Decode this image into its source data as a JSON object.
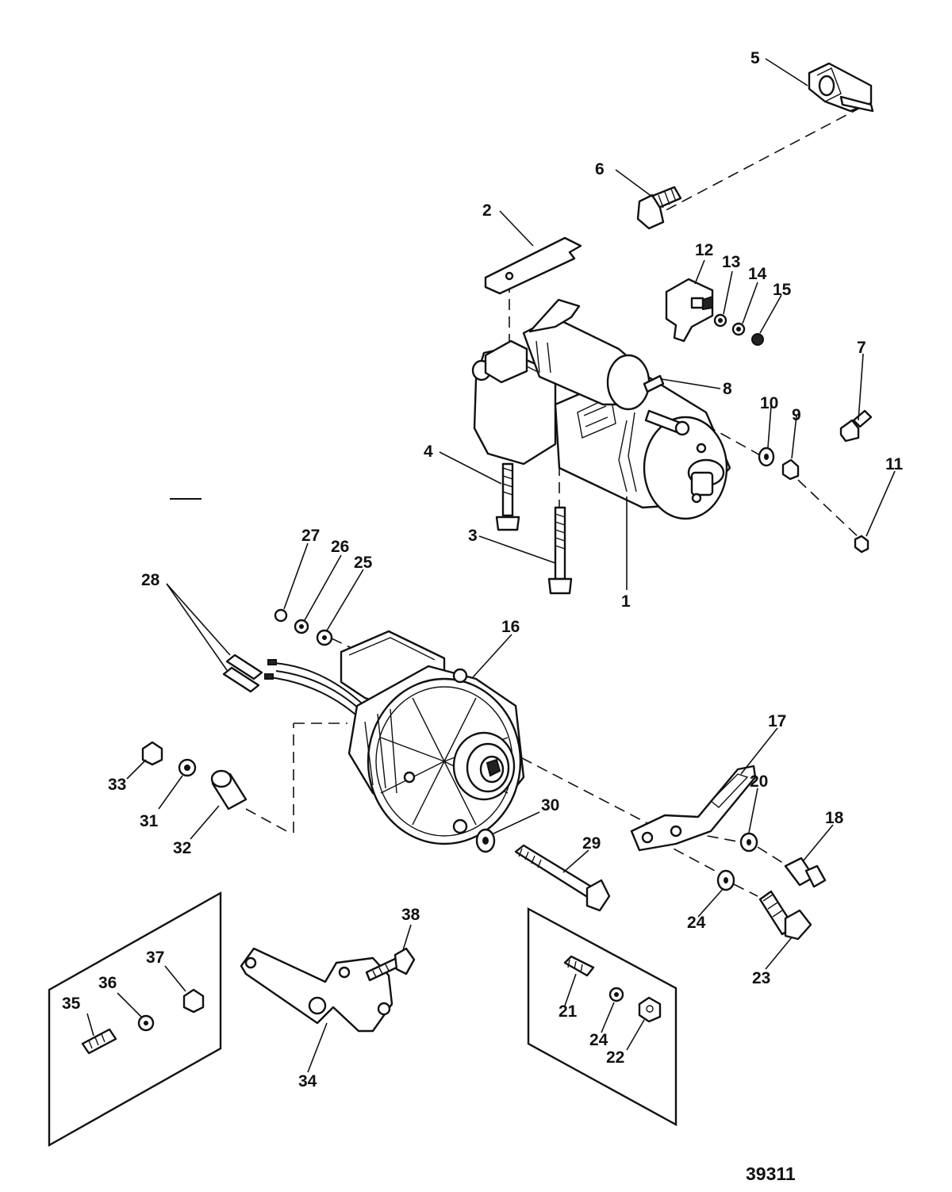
{
  "diagram": {
    "figure_number": "39311",
    "callouts": [
      "1",
      "2",
      "3",
      "4",
      "5",
      "6",
      "7",
      "8",
      "9",
      "10",
      "11",
      "12",
      "13",
      "14",
      "15",
      "16",
      "17",
      "18",
      "20",
      "21",
      "22",
      "23",
      "24",
      "24",
      "25",
      "26",
      "27",
      "28",
      "29",
      "30",
      "31",
      "32",
      "33",
      "34",
      "35",
      "36",
      "37",
      "38"
    ]
  }
}
